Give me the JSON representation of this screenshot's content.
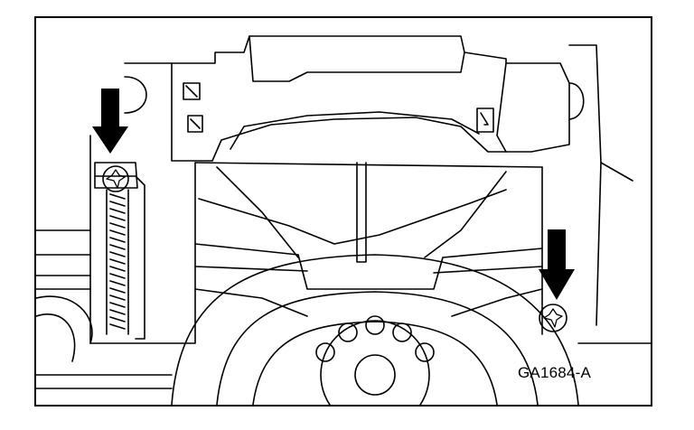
{
  "figure": {
    "id_label": "GA1684-A"
  },
  "callouts": [
    {
      "icon": "down-arrow-icon",
      "target": "torx-bolt-left"
    },
    {
      "icon": "down-arrow-icon",
      "target": "torx-bolt-right"
    }
  ],
  "colors": {
    "line": "#000000",
    "background": "#ffffff"
  }
}
